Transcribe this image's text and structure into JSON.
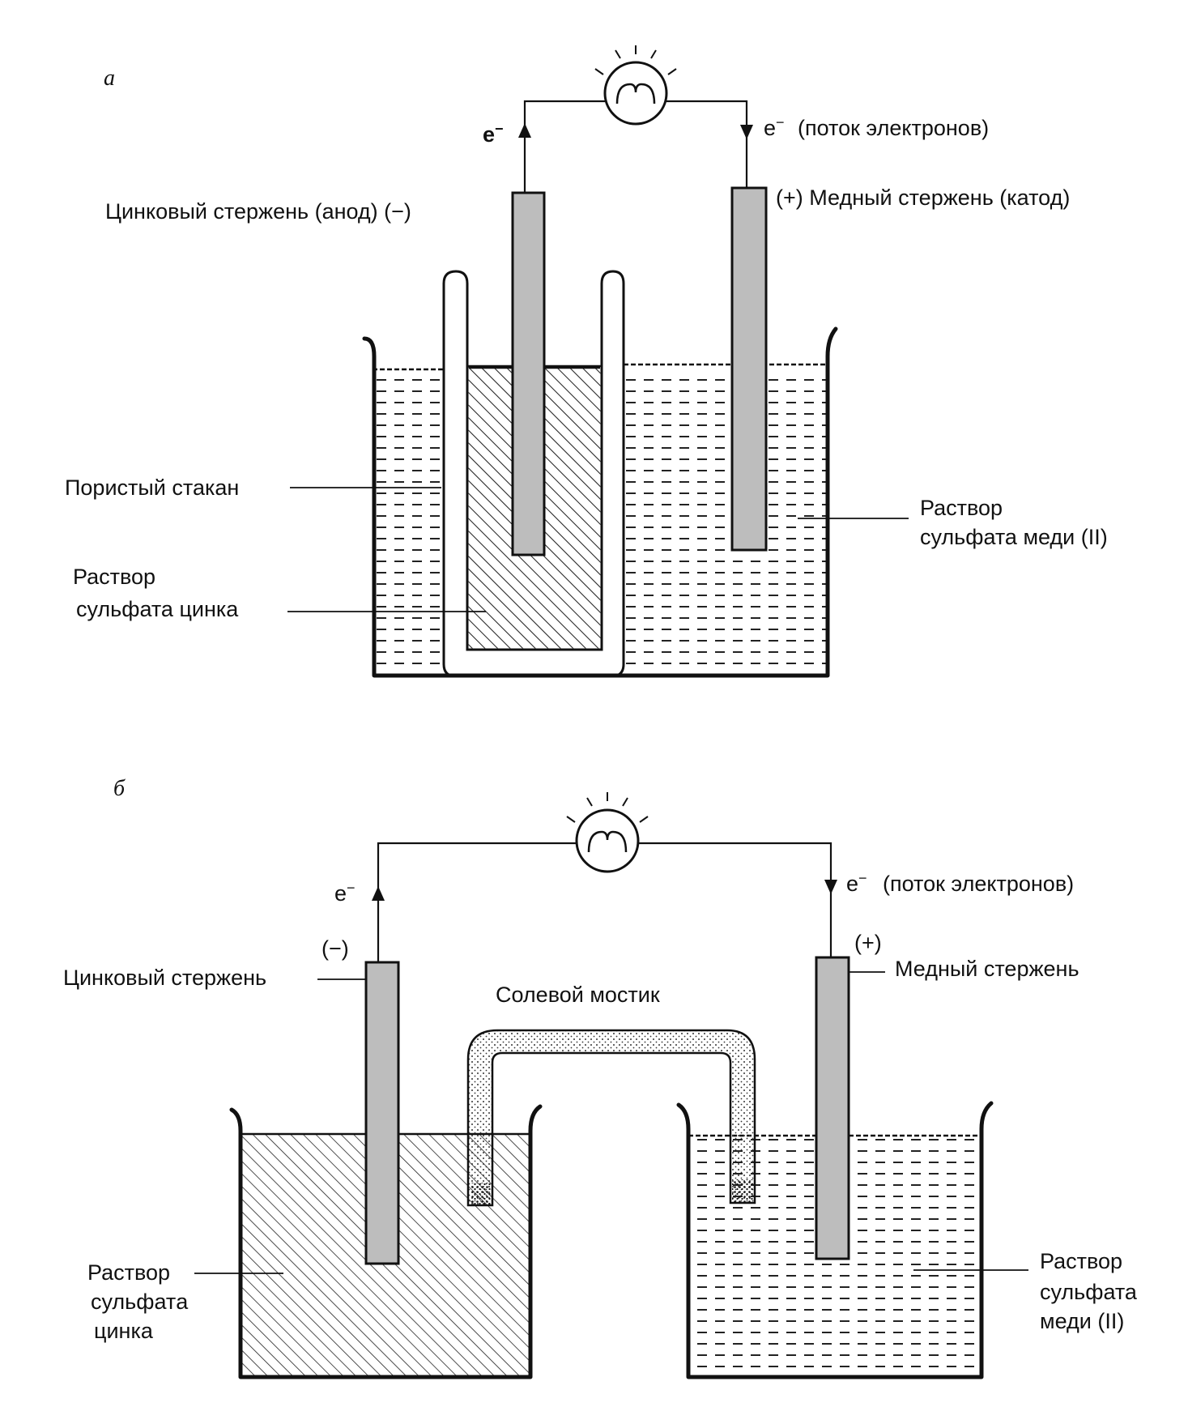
{
  "panel_a": {
    "letter": "а",
    "electron_left": "e",
    "electron_right": "e",
    "electron_sup": "−",
    "flow_label": "(поток электронов)",
    "zinc_rod": "Цинковый стержень (анод) (−)",
    "copper_rod": "(+) Медный стержень (катод)",
    "porous_cup": "Пористый стакан",
    "cuso4_line1": "Раствор",
    "cuso4_line2": "сульфата меди (II)",
    "znso4_line1": "Раствор",
    "znso4_line2": "сульфата цинка"
  },
  "panel_b": {
    "letter": "б",
    "electron_left": "e",
    "electron_right": "e",
    "electron_sup": "−",
    "flow_label": "(поток электронов)",
    "minus": "(−)",
    "plus": "(+)",
    "zinc_rod": "Цинковый стержень",
    "copper_rod": "Медный стержень",
    "salt_bridge": "Солевой мостик",
    "znso4_line1": "Раствор",
    "znso4_line2": "сульфатa",
    "znso4_line3": "цинка",
    "cuso4_line1": "Раствор",
    "cuso4_line2": "сульфата",
    "cuso4_line3": "меди (II)"
  },
  "colors": {
    "ink": "#111111",
    "rod_fill": "#bdbdbd",
    "paper": "#ffffff"
  },
  "icons": [
    "light-bulb-icon",
    "arrow-up-icon",
    "arrow-down-icon"
  ]
}
